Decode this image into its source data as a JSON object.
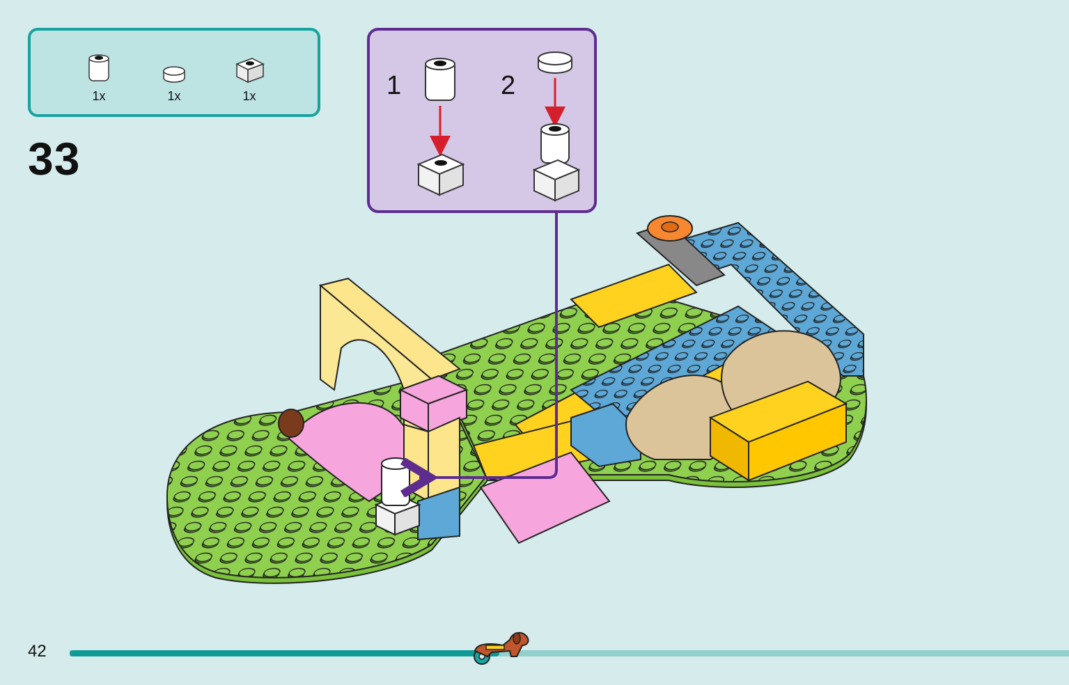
{
  "parts_list": {
    "items": [
      {
        "icon": "round-brick-white-icon",
        "qty": "1x"
      },
      {
        "icon": "round-tile-white-icon",
        "qty": "1x"
      },
      {
        "icon": "square-brick-white-icon",
        "qty": "1x"
      }
    ]
  },
  "step": {
    "number": "33"
  },
  "substeps": [
    {
      "number": "1"
    },
    {
      "number": "2"
    }
  ],
  "page": {
    "number": "42"
  },
  "progress": {
    "fraction": 0.43,
    "marker_icon": "dog-wheelchair-icon"
  },
  "colors": {
    "background": "#d6ecec",
    "teal": "#16a3a0",
    "purple": "#5e2c8f",
    "lime": "#8fd14f",
    "blue": "#5da8d6",
    "yellow": "#ffd21f",
    "pink": "#f6a6dc",
    "tan": "#dcc49a"
  }
}
